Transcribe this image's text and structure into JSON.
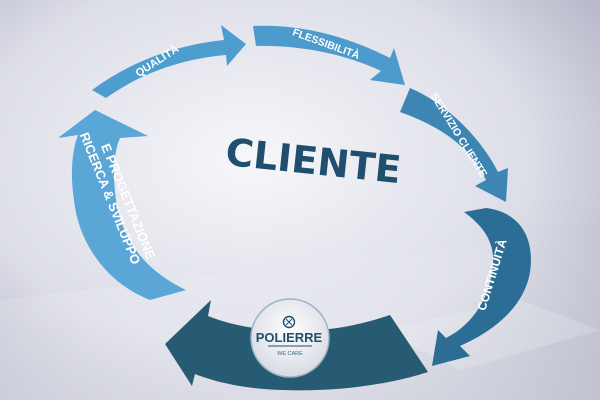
{
  "diagram": {
    "center_label": "CLIENTE",
    "steps": [
      {
        "label": "QUALITÀ",
        "color": "#4e9dcf"
      },
      {
        "label": "FLESSIBILITÀ",
        "color": "#4d9bcd"
      },
      {
        "label": "SERVIZIO CLIENTE",
        "color": "#3d86b4"
      },
      {
        "label": "CONTINUITÀ",
        "color": "#2b6d94"
      },
      {
        "label": "",
        "color": "#275b74"
      },
      {
        "label_line1": "RICERCA & SVILUPPO",
        "label_line2": "E PROGETTAZIONE",
        "color": "#5aa6d6"
      }
    ]
  },
  "logo": {
    "name_part1": "POLI",
    "name_part2": "ERRE",
    "tagline": "WE CARE",
    "brand_color": "#1f4e6e"
  },
  "colors": {
    "background_light": "#f3f4f8",
    "background_dark": "#9ea0b6",
    "center_text": "#1f4e6e"
  }
}
